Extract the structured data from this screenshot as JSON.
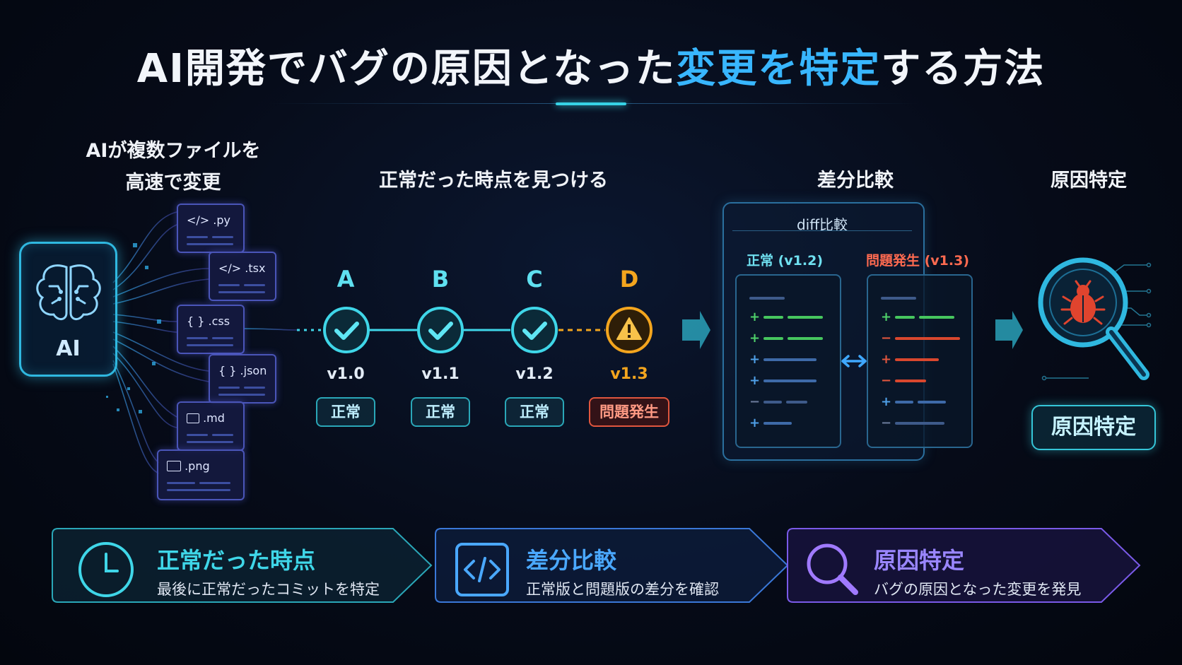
{
  "title": {
    "main": "AI開発でバグの原因となった",
    "highlight": "変更を特定",
    "suffix": "する方法"
  },
  "sections": {
    "ai_changes": {
      "line1": "AIが複数ファイルを",
      "line2": "高速で変更"
    },
    "find_normal": "正常だった時点を見つける",
    "diff": "差分比較",
    "cause": "原因特定"
  },
  "ai_chip": {
    "label": "AI",
    "icon": "brain-icon"
  },
  "files": [
    ".py",
    ".tsx",
    ".css",
    ".json",
    ".md",
    ".png"
  ],
  "timeline": [
    {
      "letter": "A",
      "version": "v1.0",
      "status": "正常",
      "state": "ok"
    },
    {
      "letter": "B",
      "version": "v1.1",
      "status": "正常",
      "state": "ok"
    },
    {
      "letter": "C",
      "version": "v1.2",
      "status": "正常",
      "state": "ok"
    },
    {
      "letter": "D",
      "version": "v1.3",
      "status": "問題発生",
      "state": "problem"
    }
  ],
  "diff_panel": {
    "title": "diff比較",
    "left_label": "正常 (v1.2)",
    "right_label": "問題発生 (v1.3)"
  },
  "cause_badge": "原因特定",
  "steps": [
    {
      "title": "正常だった時点",
      "desc": "最後に正常だったコミットを特定",
      "icon": "clock-icon"
    },
    {
      "title": "差分比較",
      "desc": "正常版と問題版の差分を確認",
      "icon": "code-icon"
    },
    {
      "title": "原因特定",
      "desc": "バグの原因となった変更を発見",
      "icon": "magnifier-icon"
    }
  ],
  "colors": {
    "accent": "#36d3e6",
    "highlight": "#38b6ff",
    "ok": "#3fd6e8",
    "problem": "#f3a51e",
    "error": "#e0563e",
    "purple": "#8a6bff"
  }
}
